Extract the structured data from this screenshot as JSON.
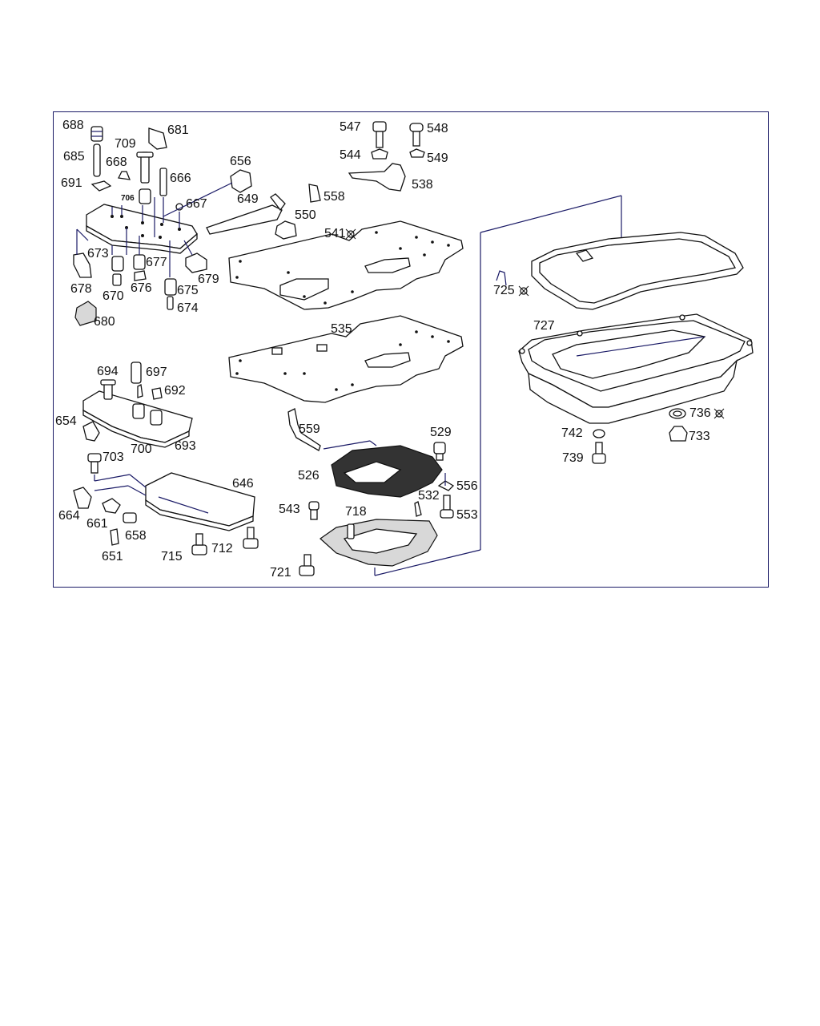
{
  "diagram": {
    "labels": {
      "l688": "688",
      "l685": "685",
      "l691": "691",
      "l709": "709",
      "l668": "668",
      "l706": "706",
      "l681": "681",
      "l666": "666",
      "l656": "656",
      "l667": "667",
      "l649": "649",
      "l673": "673",
      "l677": "677",
      "l679": "679",
      "l678": "678",
      "l670": "670",
      "l676": "676",
      "l675": "675",
      "l674": "674",
      "l680": "680",
      "l547": "547",
      "l548": "548",
      "l544": "544",
      "l549": "549",
      "l538": "538",
      "l558": "558",
      "l550": "550",
      "l541": "541",
      "l725": "725",
      "l727": "727",
      "l535": "535",
      "l694": "694",
      "l697": "697",
      "l692": "692",
      "l654": "654",
      "l693": "693",
      "l700": "700",
      "l703": "703",
      "l646": "646",
      "l664": "664",
      "l661": "661",
      "l658": "658",
      "l651": "651",
      "l715": "715",
      "l712": "712",
      "l559": "559",
      "l529": "529",
      "l526": "526",
      "l556": "556",
      "l532": "532",
      "l543": "543",
      "l718": "718",
      "l553": "553",
      "l721": "721",
      "l736": "736",
      "l742": "742",
      "l733": "733",
      "l739": "739"
    },
    "colors": {
      "frame": "#1a1a66",
      "ink": "#111111"
    }
  }
}
